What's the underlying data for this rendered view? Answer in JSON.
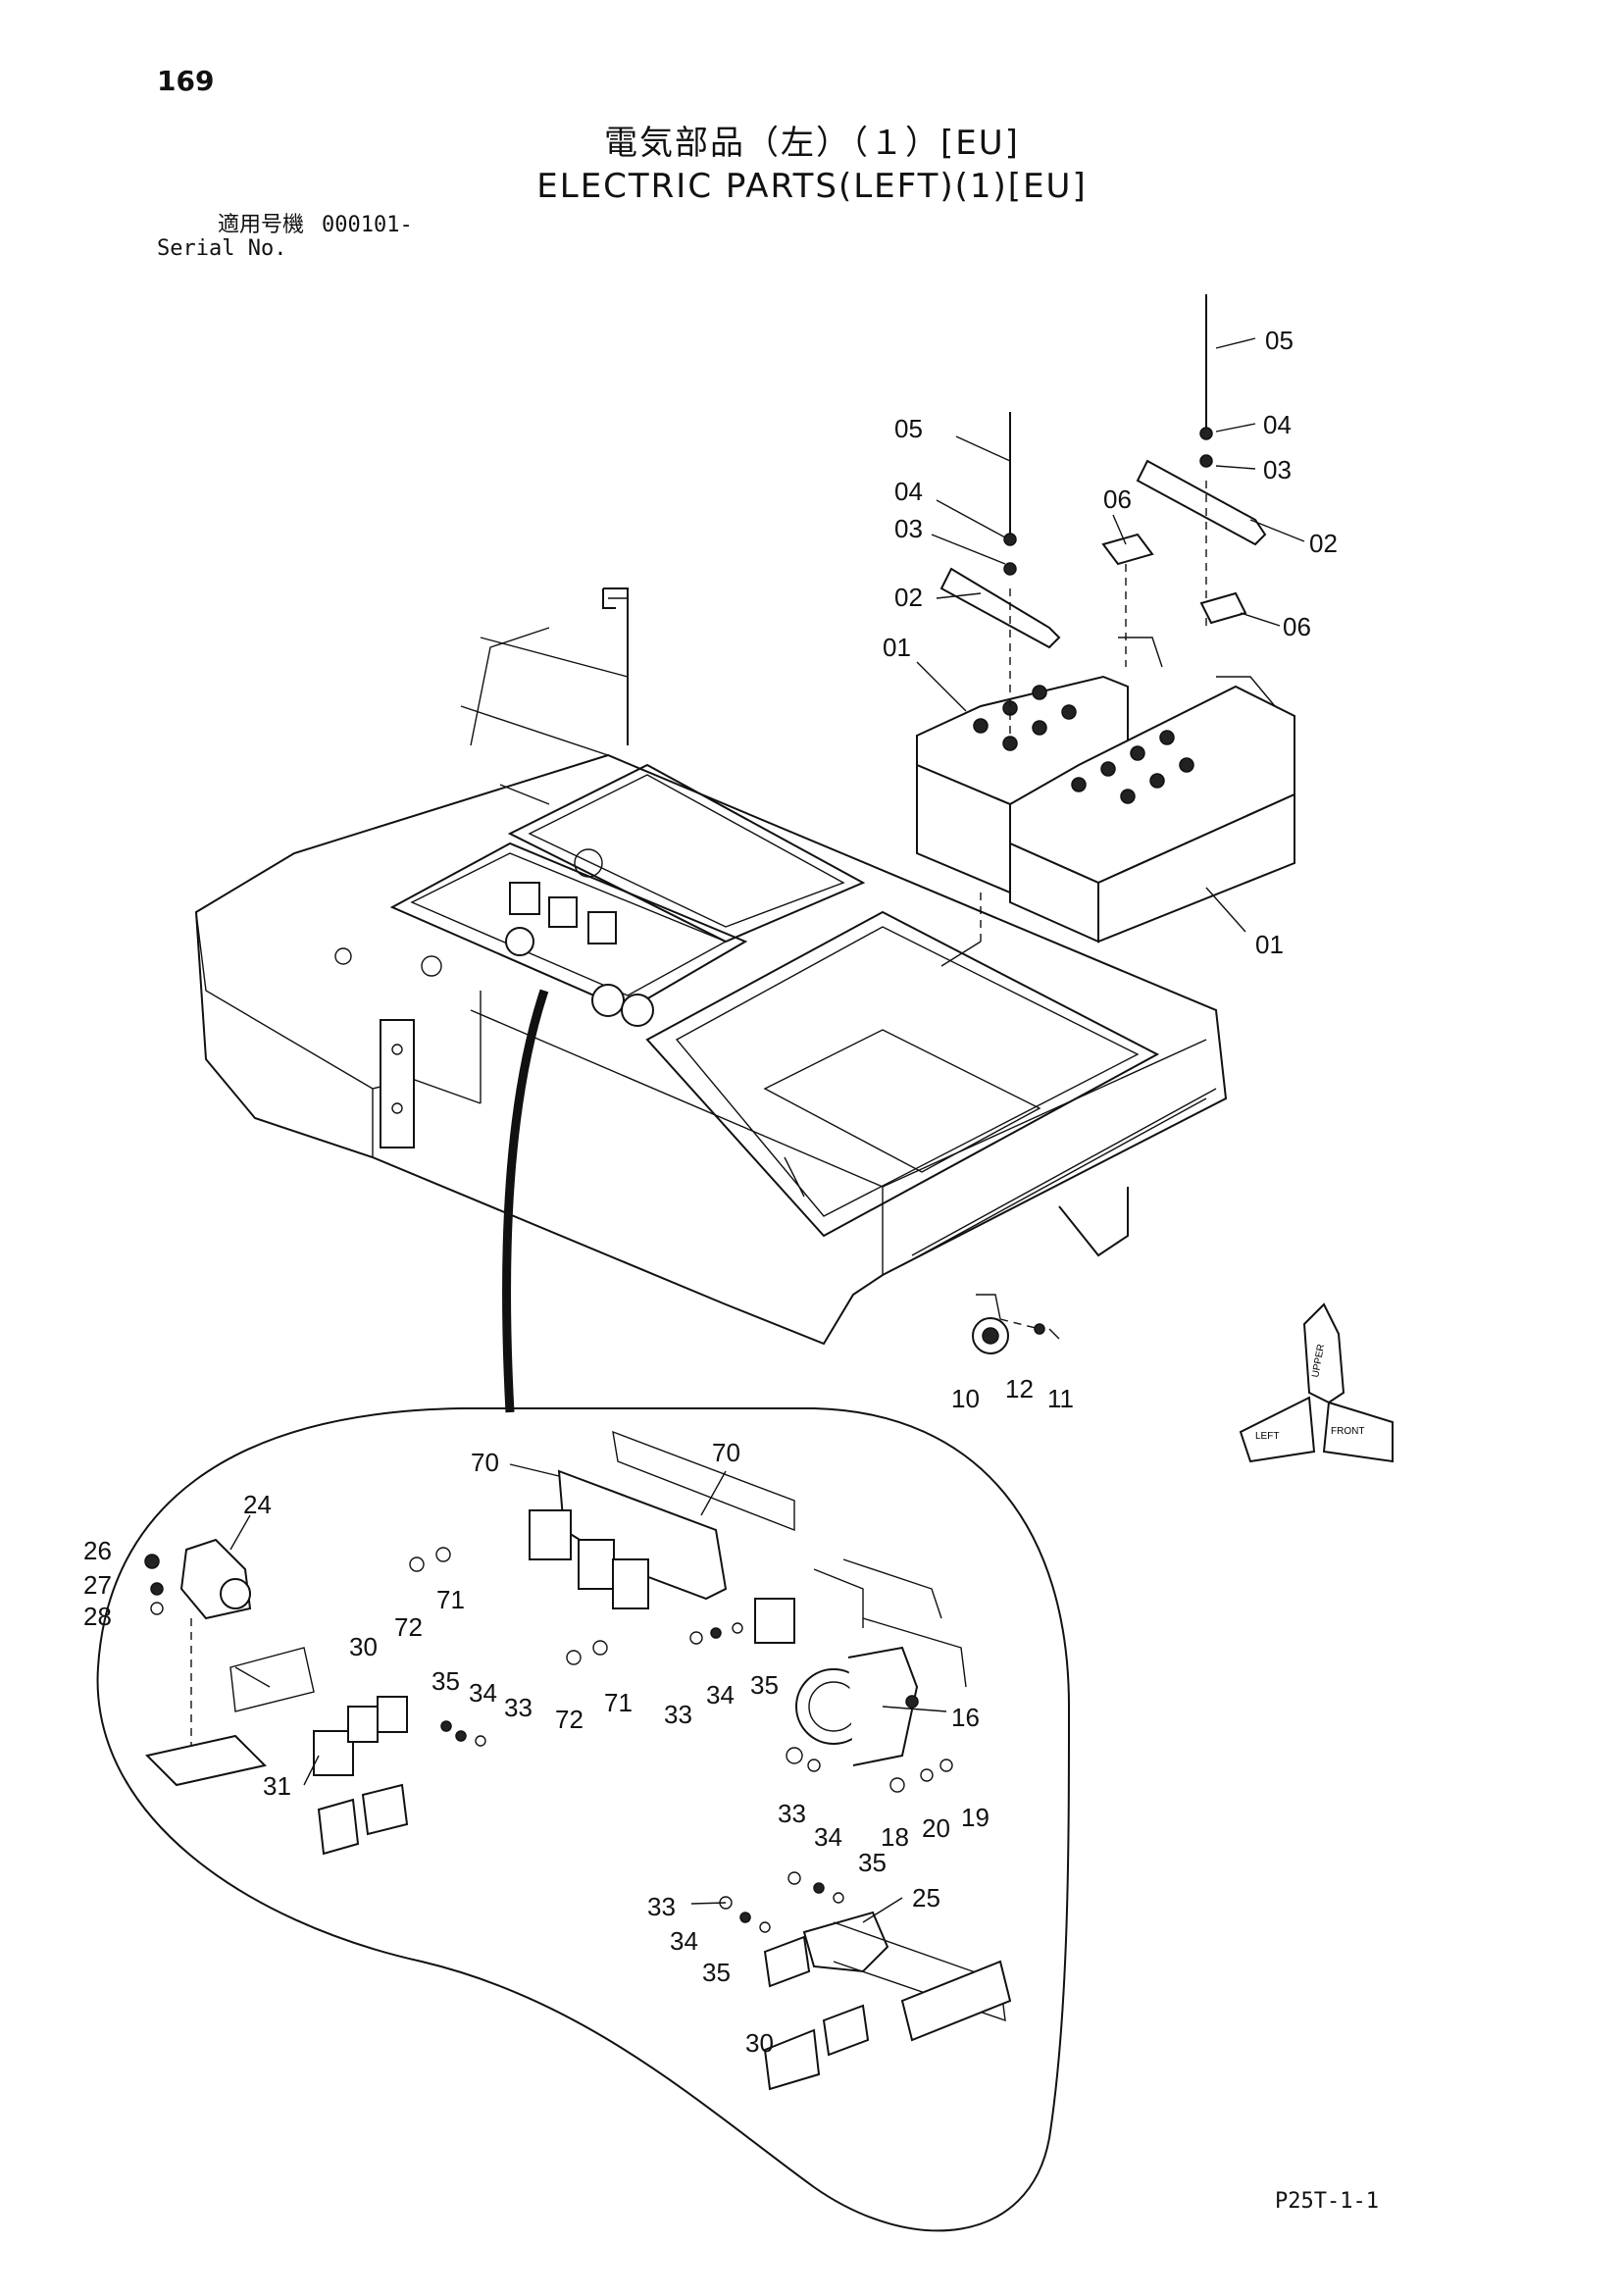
{
  "header": {
    "page_number": "169",
    "title_jp": "電気部品（左）（１）[EU]",
    "title_en": "ELECTRIC PARTS(LEFT)(1)[EU]",
    "serial_label_jp": "適用号機",
    "serial_label_en": "Serial No.",
    "serial_value": "000101-"
  },
  "footer": {
    "page_code": "P25T-1-1"
  },
  "orientation_symbol": {
    "labels": [
      "UPPER",
      "FRONT",
      "LEFT"
    ]
  },
  "callouts": [
    "05",
    "04",
    "03",
    "02",
    "06",
    "01",
    "10",
    "12",
    "11",
    "70",
    "24",
    "26",
    "27",
    "28",
    "72",
    "71",
    "30",
    "35",
    "34",
    "33",
    "31",
    "16",
    "18",
    "20",
    "19",
    "25"
  ]
}
